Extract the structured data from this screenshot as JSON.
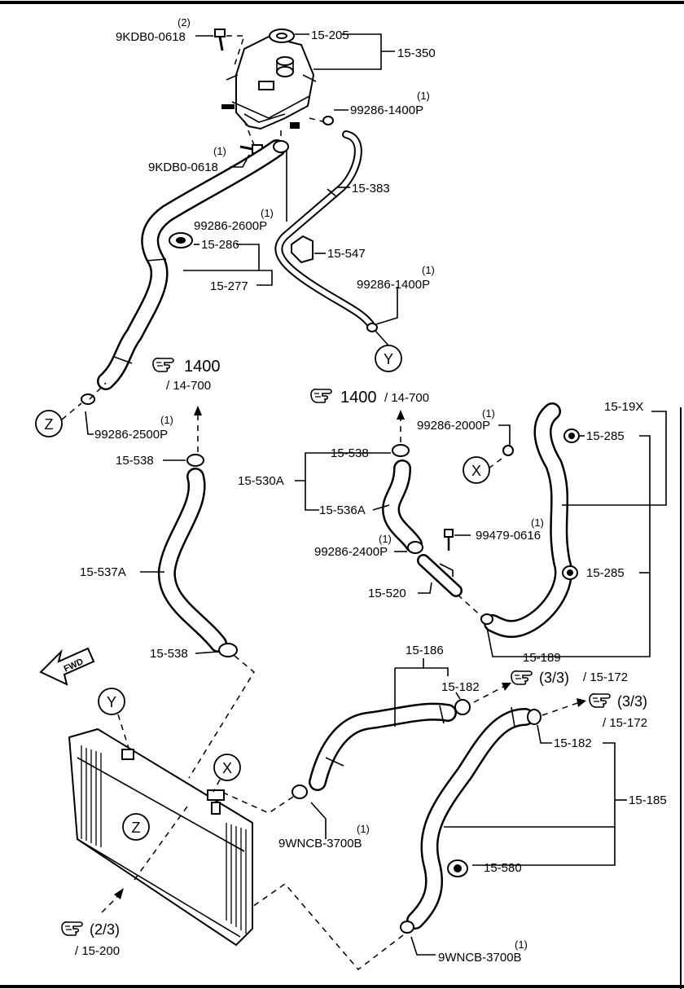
{
  "labels": {
    "p9kdb0_top": "9KDB0-0618",
    "p9kdb0_top_qty": "(2)",
    "p15_205": "15-205",
    "p15_350": "15-350",
    "p99286_1400_top": "99286-1400P",
    "p99286_1400_top_qty": "(1)",
    "p9kdb0_low": "9KDB0-0618",
    "p9kdb0_low_qty": "(1)",
    "p15_383": "15-383",
    "p99286_2600": "99286-2600P",
    "p99286_2600_qty": "(1)",
    "p15_286": "15-286",
    "p15_547": "15-547",
    "p15_277": "15-277",
    "p99286_1400_mid": "99286-1400P",
    "p99286_1400_mid_qty": "(1)",
    "p99286_2500": "99286-2500P",
    "p99286_2500_qty": "(1)",
    "p15_538_a": "15-538",
    "p15_538_b": "15-538",
    "p15_538_c": "15-538",
    "p15_530a": "15-530A",
    "p15_536a": "15-536A",
    "p15_537a": "15-537A",
    "p99286_2000": "99286-2000P",
    "p99286_2000_qty": "(1)",
    "p15_19x": "15-19X",
    "p15_285_a": "15-285",
    "p15_285_b": "15-285",
    "p99479": "99479-0616",
    "p99479_qty": "(1)",
    "p99286_2400": "99286-2400P",
    "p99286_2400_qty": "(1)",
    "p15_520": "15-520",
    "p15_189": "15-189",
    "p15_186": "15-186",
    "p15_182_a": "15-182",
    "p15_182_b": "15-182",
    "p15_185": "15-185",
    "p15_580": "15-580",
    "p9wncb_a": "9WNCB-3700B",
    "p9wncb_a_qty": "(1)",
    "p9wncb_b": "9WNCB-3700B",
    "p9wncb_b_qty": "(1)"
  },
  "references": {
    "ref1_main": "1400",
    "ref1_sub": "/ 14-700",
    "ref2_main": "1400",
    "ref2_sub": "/ 14-700",
    "ref3_main": "(3/3)",
    "ref3_sub": "/ 15-172",
    "ref4_main": "(3/3)",
    "ref4_sub": "/ 15-172",
    "ref5_main": "(2/3)",
    "ref5_sub": "/ 15-200"
  },
  "connectors": {
    "y_top": "Y",
    "y_rad": "Y",
    "x_right": "X",
    "x_rad": "X",
    "z_left": "Z",
    "z_rad": "Z"
  },
  "fwd": "FWD",
  "icons": [
    "pointing-hand-icon",
    "forward-arrow-icon"
  ]
}
